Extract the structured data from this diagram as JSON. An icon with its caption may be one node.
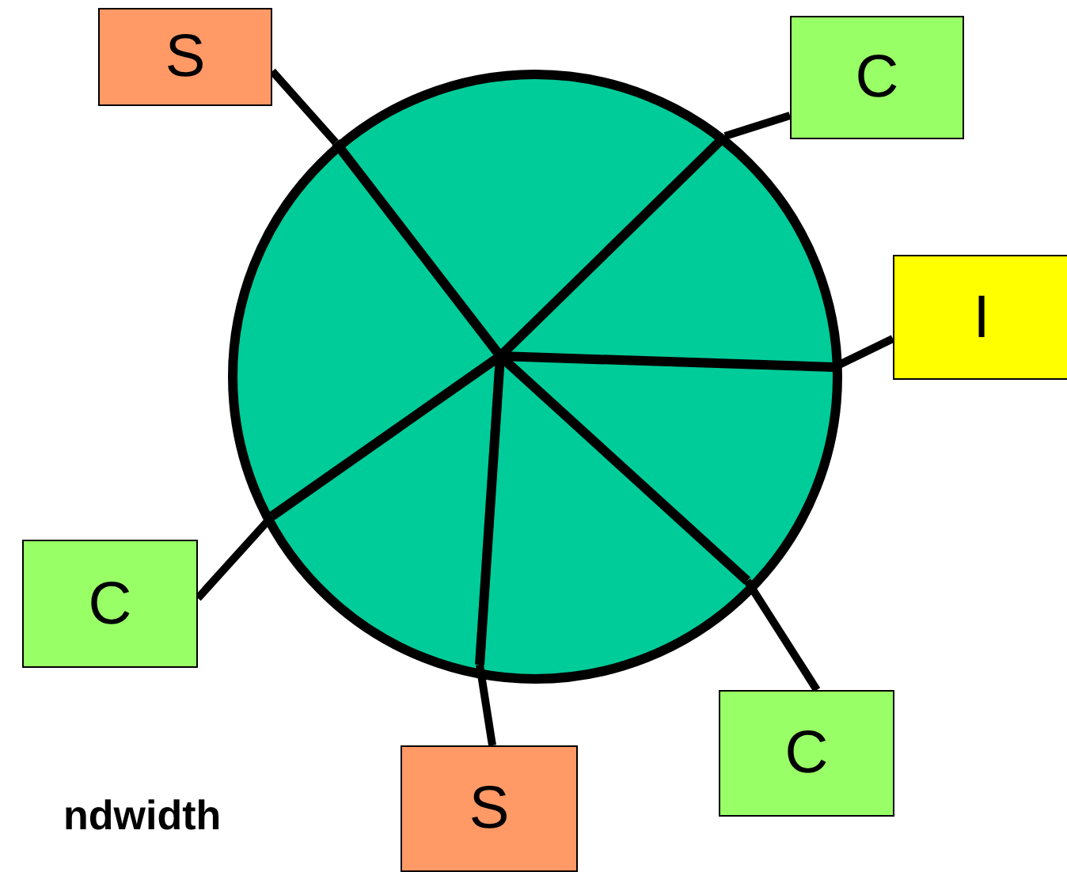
{
  "diagram": {
    "nodes": [
      {
        "text": [],
        "shape": "circle"
      },
      {
        "text": [
          "S"
        ]
      },
      {
        "text": [
          "C"
        ]
      },
      {
        "text": [
          "I"
        ]
      },
      {
        "text": [
          "C"
        ]
      },
      {
        "text": [
          "S"
        ]
      },
      {
        "text": [
          "C"
        ]
      }
    ],
    "edges": [
      {
        "from": 0,
        "to": 1,
        "arrow": "none"
      },
      {
        "from": 0,
        "to": 2,
        "arrow": "none"
      },
      {
        "from": 0,
        "to": 3,
        "arrow": "none"
      },
      {
        "from": 0,
        "to": 4,
        "arrow": "none"
      },
      {
        "from": 0,
        "to": 5,
        "arrow": "none"
      },
      {
        "from": 0,
        "to": 6,
        "arrow": "none"
      }
    ],
    "labels": [
      "ndwidth"
    ]
  }
}
